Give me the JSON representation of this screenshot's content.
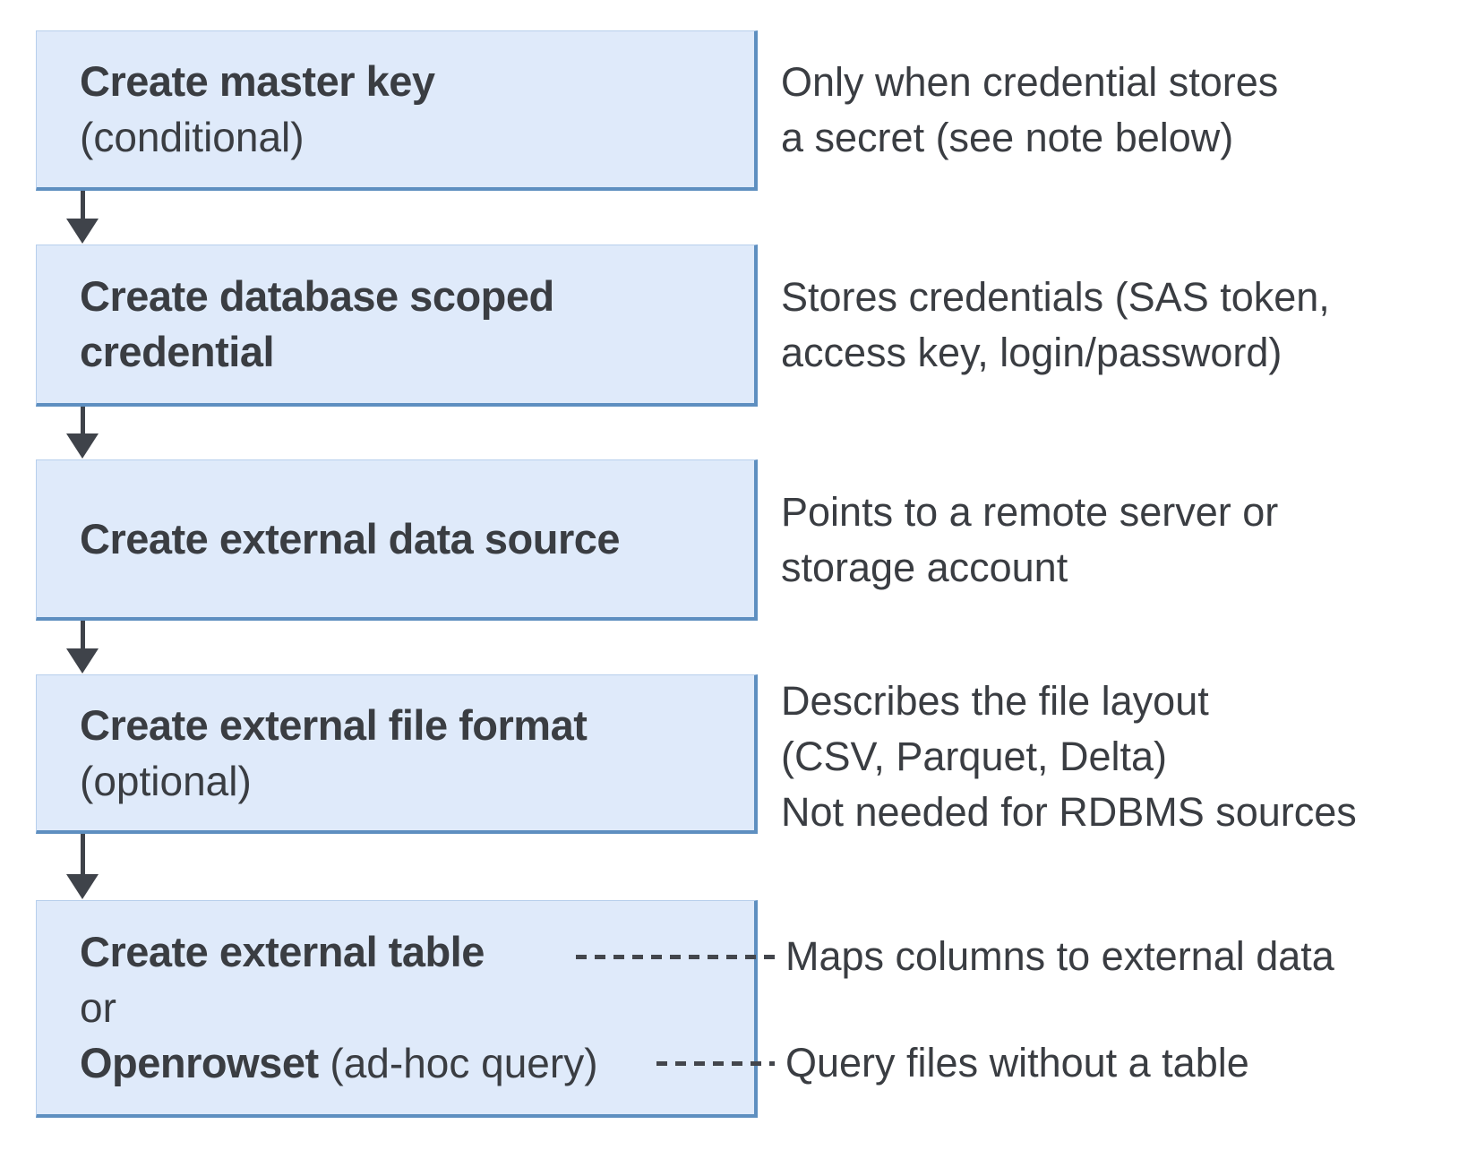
{
  "boxes": [
    {
      "title": "Create master key",
      "subtitle": "(conditional)"
    },
    {
      "title": "Create database scoped\ncredential",
      "subtitle": ""
    },
    {
      "title": "Create external data source",
      "subtitle": ""
    },
    {
      "title": "Create external file format",
      "subtitle": "(optional)"
    },
    {
      "line1_bold": "Create external table",
      "line2": "or",
      "line3_bold": "Openrowset",
      "line3_regular": " (ad-hoc query)"
    }
  ],
  "notes": [
    {
      "text": "Only when credential stores\na secret (see note below)"
    },
    {
      "text": "Stores credentials (SAS token,\naccess key, login/password)"
    },
    {
      "text": "Points to a remote server or\nstorage account"
    },
    {
      "text": "Describes the file layout\n(CSV, Parquet, Delta)\nNot needed for RDBMS sources"
    },
    {
      "text": "Maps columns to external data"
    },
    {
      "text": "Query files without a table"
    }
  ],
  "colors": {
    "box_fill": "#dfeafa",
    "box_border_light": "#b7cfec",
    "box_border_accent": "#5e8fc0",
    "arrow": "#3f434a",
    "text": "#3a3d42",
    "dash": "#43464c",
    "canvas_bg": "#ffffff"
  }
}
